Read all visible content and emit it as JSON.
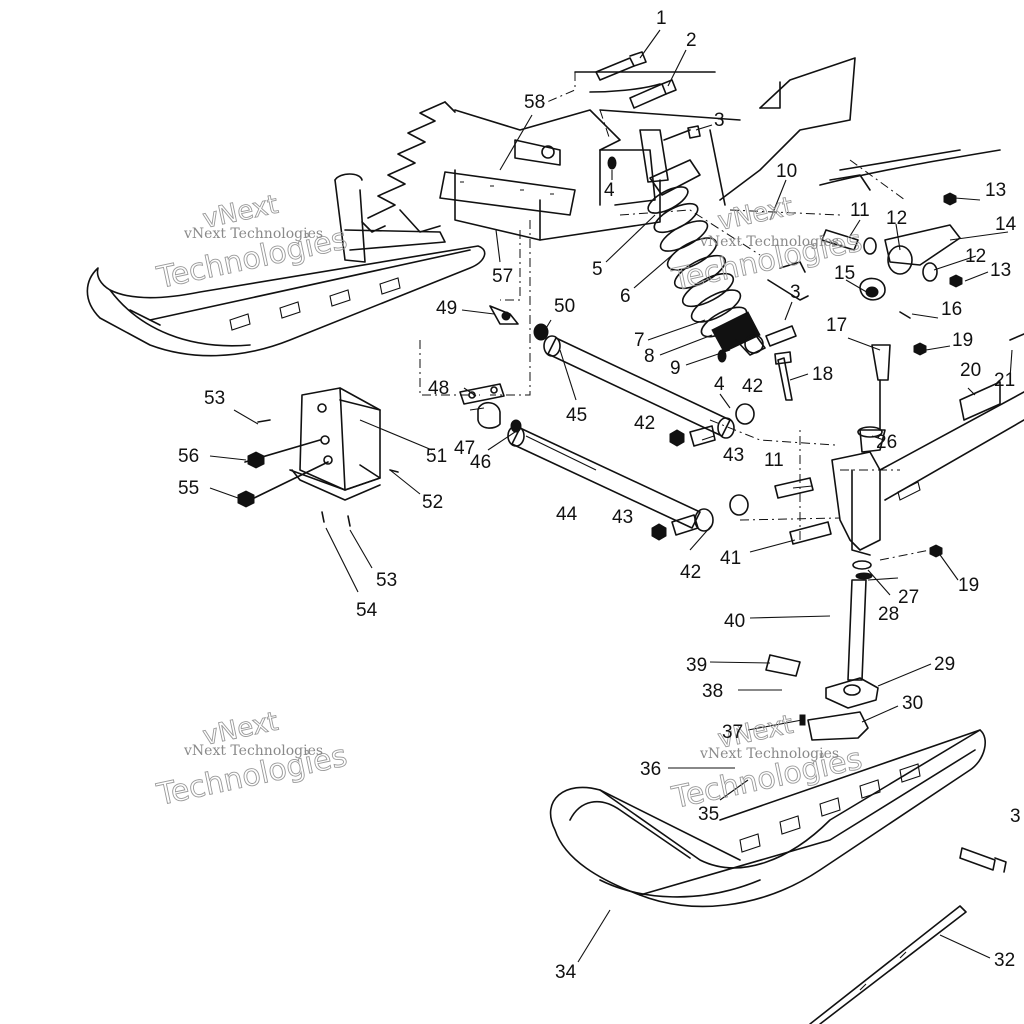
{
  "watermark": {
    "line1": "vNext",
    "line2": "Technologies",
    "small": "vNext Technologies"
  },
  "colors": {
    "ink": "#111111",
    "paper": "#ffffff",
    "watermark": "#9a9a9a"
  },
  "labels": {
    "p1": "1",
    "p2": "2",
    "p3a": "3",
    "p3b": "3",
    "p3c": "3",
    "p4a": "4",
    "p4b": "4",
    "p5": "5",
    "p6": "6",
    "p7": "7",
    "p8": "8",
    "p9": "9",
    "p10": "10",
    "p11a": "11",
    "p11b": "11",
    "p12a": "12",
    "p12b": "12",
    "p13a": "13",
    "p13b": "13",
    "p14": "14",
    "p15": "15",
    "p16": "16",
    "p17": "17",
    "p18": "18",
    "p19a": "19",
    "p19b": "19",
    "p20": "20",
    "p21": "21",
    "p26": "26",
    "p27": "27",
    "p28": "28",
    "p29": "29",
    "p30": "30",
    "p32": "32",
    "p34": "34",
    "p35": "35",
    "p36": "36",
    "p37": "37",
    "p38": "38",
    "p39": "39",
    "p40": "40",
    "p41": "41",
    "p42a": "42",
    "p42b": "42",
    "p42c": "42",
    "p43a": "43",
    "p43b": "43",
    "p44": "44",
    "p45": "45",
    "p46": "46",
    "p47": "47",
    "p48": "48",
    "p49": "49",
    "p50": "50",
    "p51": "51",
    "p52": "52",
    "p53a": "53",
    "p53b": "53",
    "p54": "54",
    "p55": "55",
    "p56": "56",
    "p57": "57",
    "p58": "58"
  }
}
